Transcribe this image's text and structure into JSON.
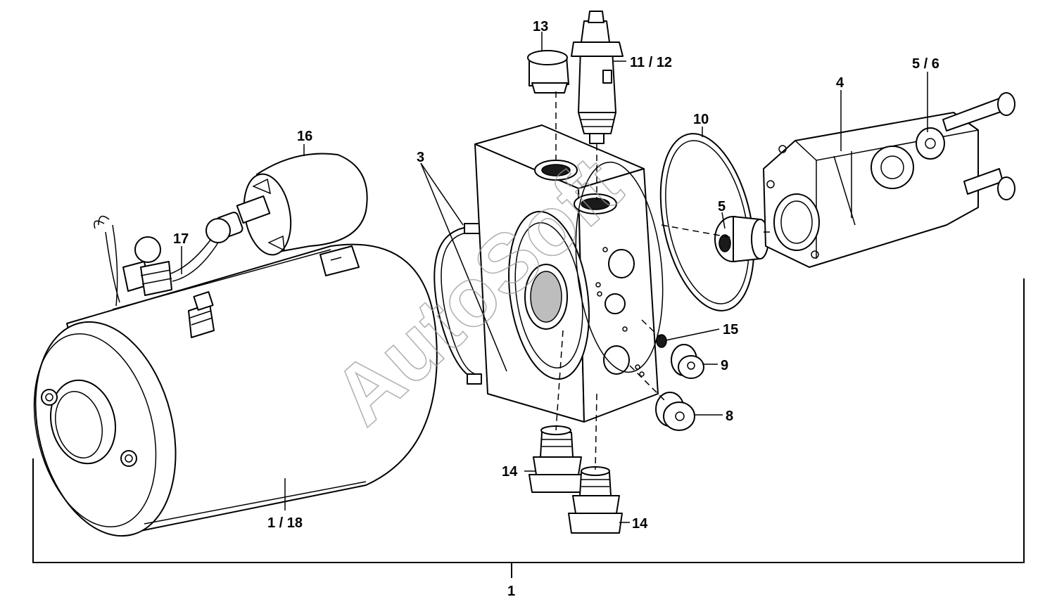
{
  "watermark": "AutoSoft",
  "callouts": {
    "c1": "1",
    "c1_18": "1 / 18",
    "c3": "3",
    "c4": "4",
    "c5": "5",
    "c5_6": "5 / 6",
    "c8": "8",
    "c9": "9",
    "c10": "10",
    "c11_12": "11 / 12",
    "c13": "13",
    "c14a": "14",
    "c14b": "14",
    "c15": "15",
    "c16": "16",
    "c17": "17"
  }
}
